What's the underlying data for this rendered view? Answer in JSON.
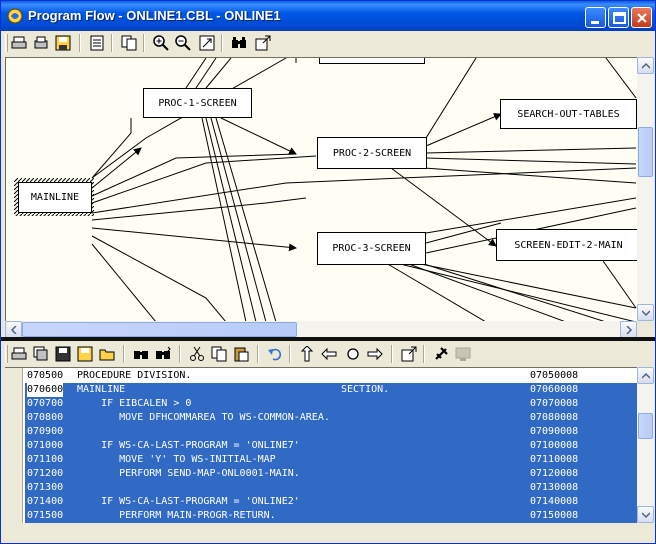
{
  "window": {
    "title": "Program Flow - ONLINE1.CBL - ONLINE1"
  },
  "diagram": {
    "nodes": {
      "proc1": "PROC-1-SCREEN",
      "mainline": "MAINLINE",
      "proc2": "PROC-2-SCREEN",
      "proc3": "PROC-3-SCREEN",
      "search": "SEARCH-OUT-TABLES",
      "edit2": "SCREEN-EDIT-2-MAIN"
    }
  },
  "code": {
    "lines": [
      {
        "seq": "070500",
        "text": "PROCEDURE DIVISION.",
        "section": "",
        "num": "07050008"
      },
      {
        "seq": "070600",
        "text": "MAINLINE",
        "section": "SECTION.",
        "num": "07060008"
      },
      {
        "seq": "070700",
        "text": "    IF EIBCALEN > 0",
        "section": "",
        "num": "07070008"
      },
      {
        "seq": "070800",
        "text": "       MOVE DFHCOMMAREA TO WS-COMMON-AREA.",
        "section": "",
        "num": "07080008"
      },
      {
        "seq": "070900",
        "text": "",
        "section": "",
        "num": "07090008"
      },
      {
        "seq": "071000",
        "text": "    IF WS-CA-LAST-PROGRAM = 'ONLINE7'",
        "section": "",
        "num": "07100008"
      },
      {
        "seq": "071100",
        "text": "       MOVE 'Y' TO WS-INITIAL-MAP",
        "section": "",
        "num": "07110008"
      },
      {
        "seq": "071200",
        "text": "       PERFORM SEND-MAP-ONL0001-MAIN.",
        "section": "",
        "num": "07120008"
      },
      {
        "seq": "071300",
        "text": "",
        "section": "",
        "num": "07130008"
      },
      {
        "seq": "071400",
        "text": "    IF WS-CA-LAST-PROGRAM = 'ONLINE2'",
        "section": "",
        "num": "07140008"
      },
      {
        "seq": "071500",
        "text": "       PERFORM MAIN-PROGR-RETURN.",
        "section": "",
        "num": "07150008"
      }
    ]
  },
  "colors": {
    "title_bar": "#0058e6",
    "selection": "#316ac5",
    "diagram_bg": "#fffef5"
  }
}
